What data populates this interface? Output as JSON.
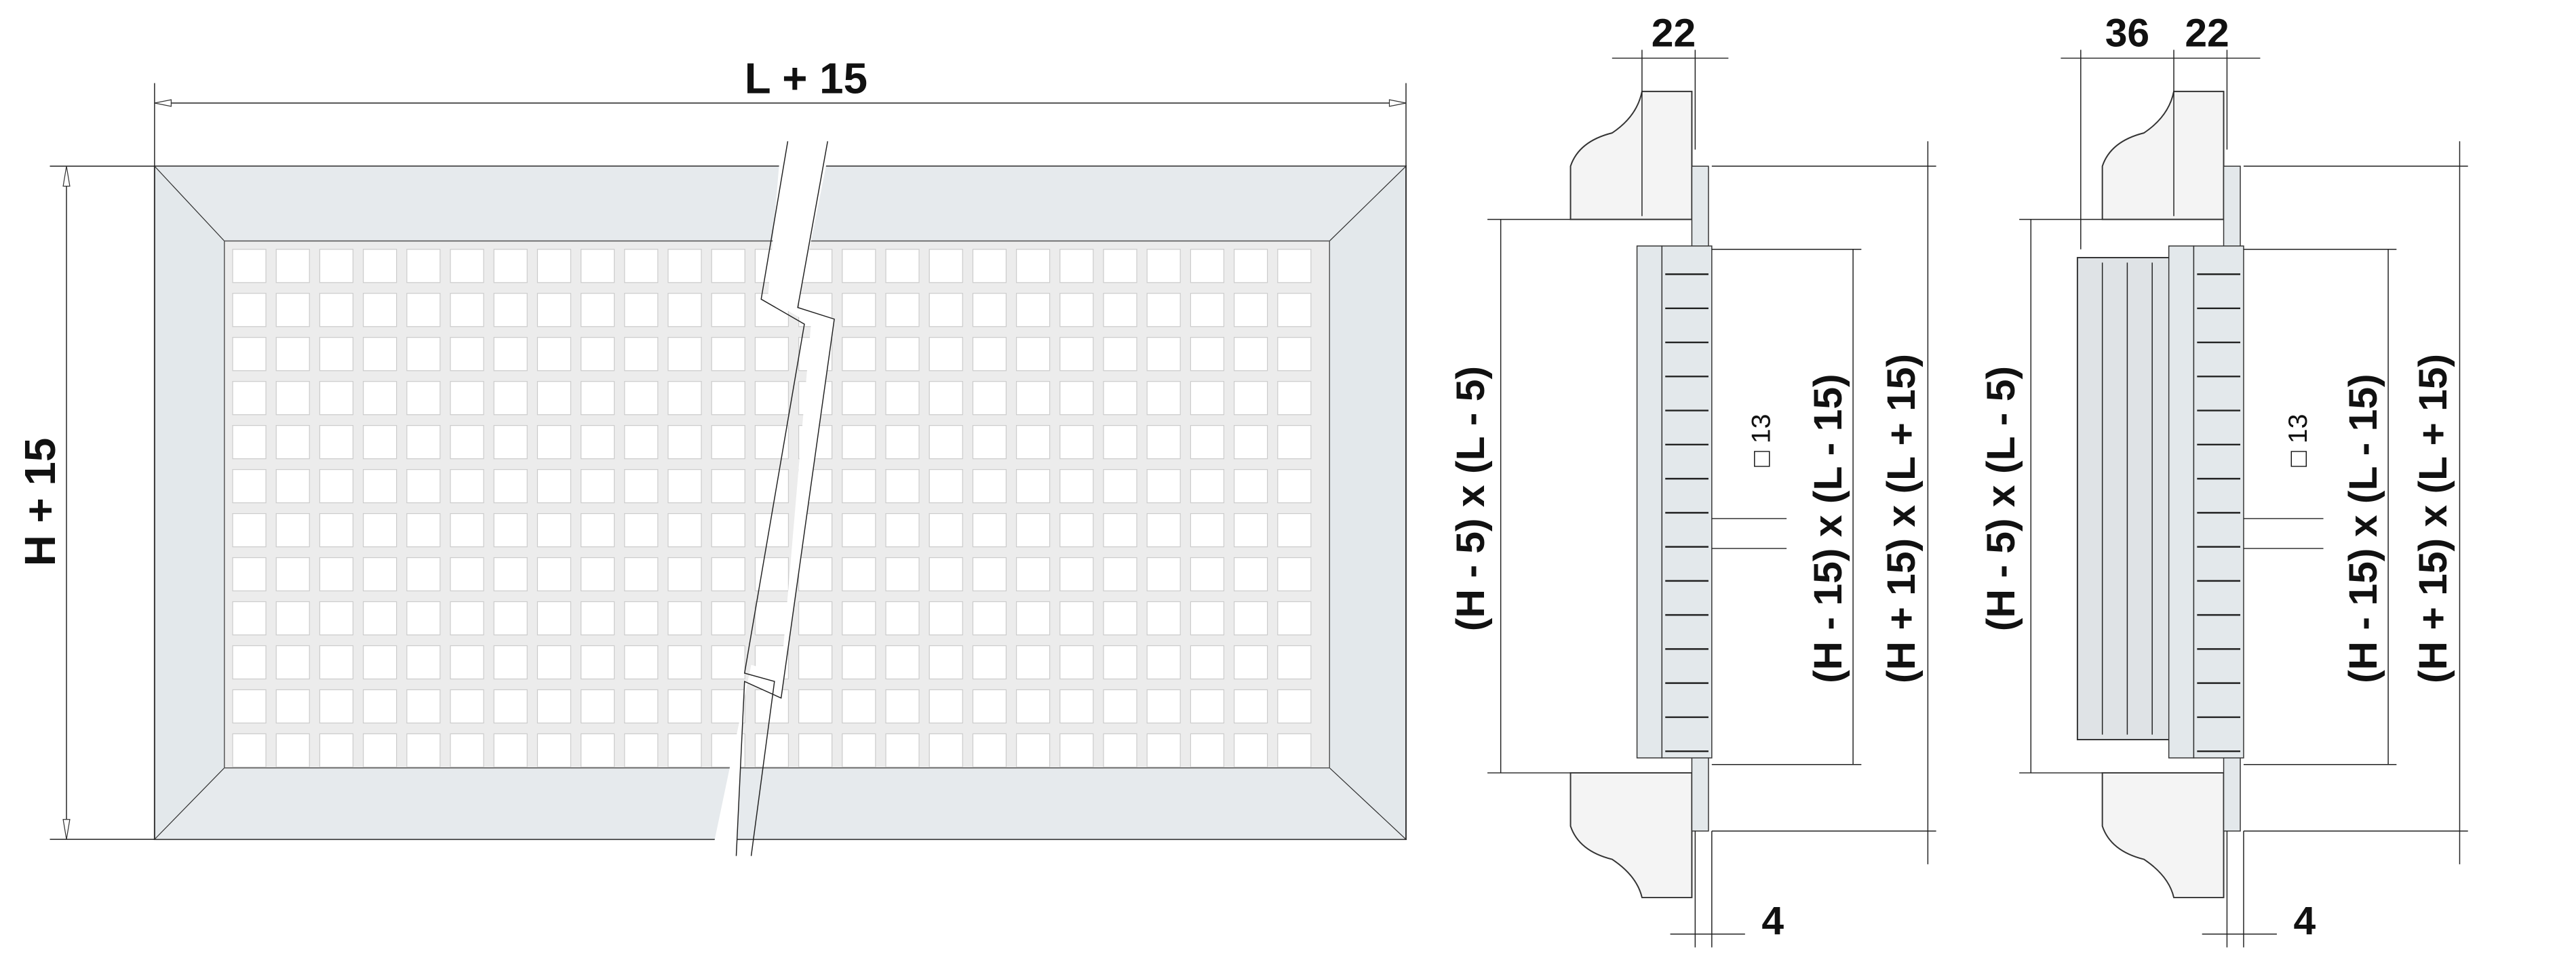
{
  "front_view": {
    "width_label": "L + 15",
    "height_label": "H + 15"
  },
  "section_single": {
    "depth_label": "22",
    "opening_label": "(H - 5) x (L - 5)",
    "core_label": "(H - 15) x (L - 15)",
    "overall_label": "(H + 15) x (L + 15)",
    "mesh_label": "□ 13",
    "offset_label": "4"
  },
  "section_damper": {
    "damper_depth_label": "36",
    "depth_label": "22",
    "opening_label": "(H - 5) x (L - 5)",
    "core_label": "(H - 15) x (L - 15)",
    "overall_label": "(H + 15) x (L + 15)",
    "mesh_label": "□ 13",
    "offset_label": "4"
  }
}
